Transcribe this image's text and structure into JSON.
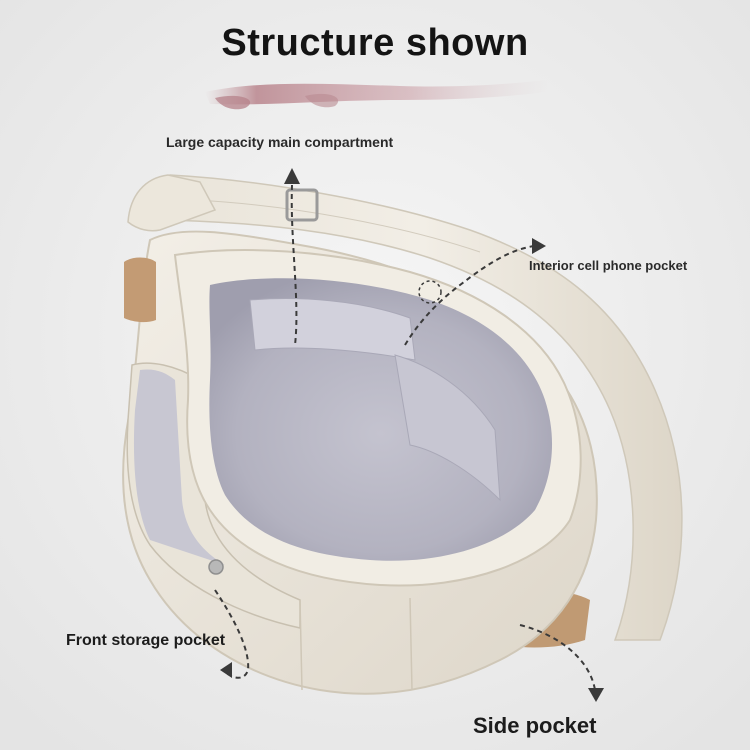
{
  "title": "Structure shown",
  "labels": {
    "main_compartment": "Large capacity main compartment",
    "phone_pocket": "Interior cell phone pocket",
    "front_pocket": "Front storage pocket",
    "side_pocket": "Side pocket"
  },
  "colors": {
    "background": "#eeeeee",
    "bag_canvas": "#ebe6dc",
    "lining": "#c9c8d3",
    "brush_accent": "#c08a92",
    "arrows": "#3a3a3a"
  }
}
